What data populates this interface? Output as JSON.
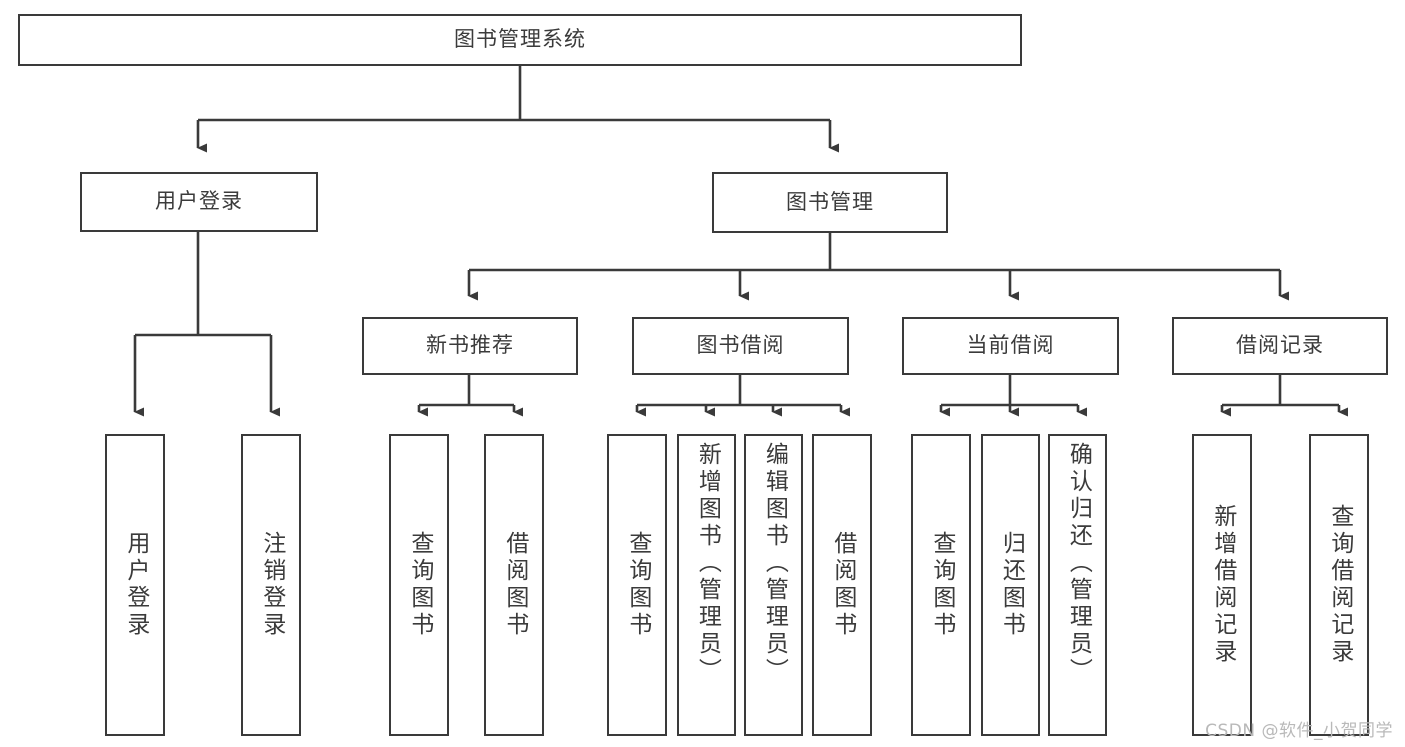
{
  "diagram": {
    "title": "图书管理系统",
    "type": "tree",
    "watermark": "CSDN @软件_小贺同学",
    "colors": {
      "stroke": "#3a3a3a",
      "text": "#3b3b3b",
      "background": "#ffffff",
      "watermark": "#b9b9b9"
    },
    "root": {
      "label": "图书管理系统"
    },
    "level2": [
      {
        "label": "用户登录"
      },
      {
        "label": "图书管理"
      }
    ],
    "level3": [
      {
        "label": "新书推荐"
      },
      {
        "label": "图书借阅"
      },
      {
        "label": "当前借阅"
      },
      {
        "label": "借阅记录"
      }
    ],
    "leaves": {
      "user_login": [
        {
          "label": "用户登录"
        },
        {
          "label": "注销登录"
        }
      ],
      "new_book": [
        {
          "label": "查询图书"
        },
        {
          "label": "借阅图书"
        }
      ],
      "book_borrow": [
        {
          "label": "查询图书"
        },
        {
          "label": "新增图书（管理员）"
        },
        {
          "label": "编辑图书（管理员）"
        },
        {
          "label": "借阅图书"
        }
      ],
      "current_borrow": [
        {
          "label": "查询图书"
        },
        {
          "label": "归还图书"
        },
        {
          "label": "确认归还（管理员）"
        }
      ],
      "borrow_record": [
        {
          "label": "新增借阅记录"
        },
        {
          "label": "查询借阅记录"
        }
      ]
    }
  }
}
